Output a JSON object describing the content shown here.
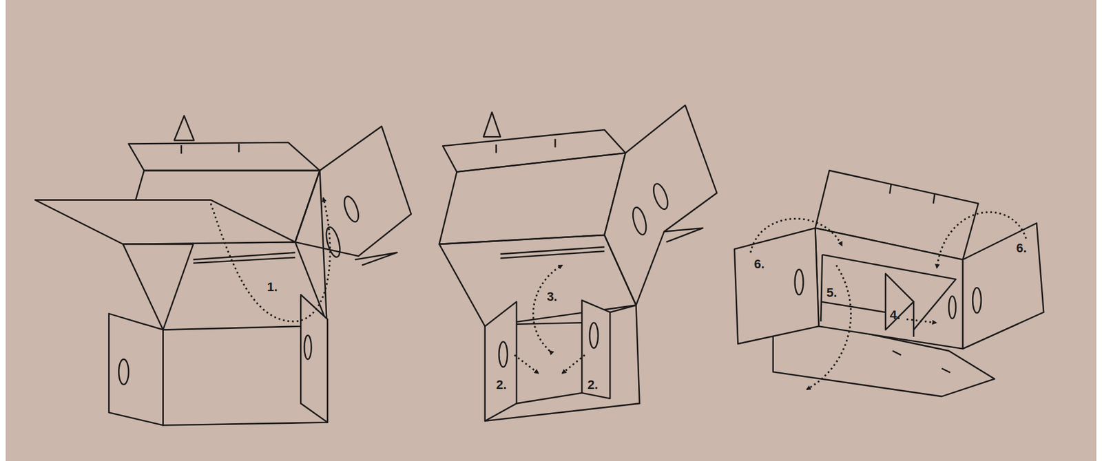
{
  "diagram": {
    "labels": [
      "1.",
      "2.",
      "2.",
      "3.",
      "4.",
      "5.",
      "6.",
      "6."
    ]
  }
}
